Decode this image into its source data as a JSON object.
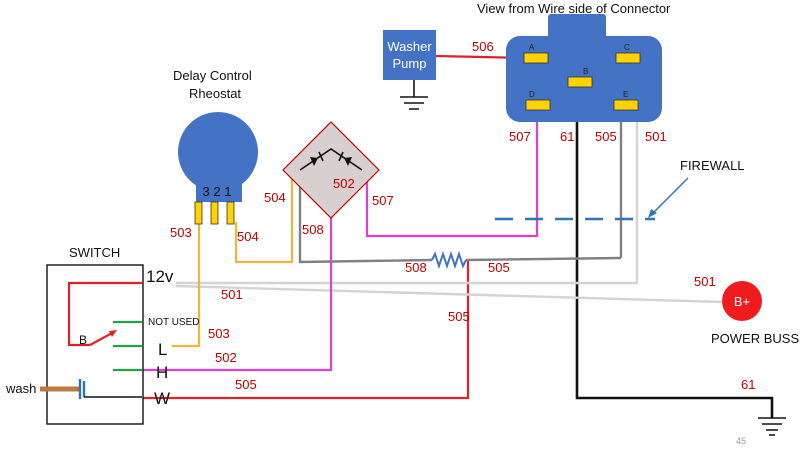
{
  "labels": {
    "connector_title": "View from Wire side of Connector",
    "washer_pump_line1": "Washer",
    "washer_pump_line2": "Pump",
    "rheostat_line1": "Delay Control",
    "rheostat_line2": "Rheostat",
    "rheostat_pins": "3 2 1",
    "firewall": "FIREWALL",
    "switch": "SWITCH",
    "not_used": "NOT USED",
    "power_buss": "POWER BUSS",
    "power_buss_symbol": "B+",
    "wash": "wash",
    "page_number": "45"
  },
  "connector_pins": {
    "a": "A",
    "b": "B",
    "c": "C",
    "d": "D",
    "e": "E"
  },
  "switch_terminals": {
    "t12v": "12v",
    "l": "L",
    "h": "H",
    "w": "W",
    "b": "B"
  },
  "wire_numbers": {
    "w506": "506",
    "w507_top": "507",
    "w61_top": "61",
    "w505_top": "505",
    "w501_top": "501",
    "w502_diode": "502",
    "w504_diode": "504",
    "w507_diode": "507",
    "w508_diode": "508",
    "w503_rheo": "503",
    "w504_rheo": "504",
    "w508_res": "508",
    "w505_res": "505",
    "w501_mid": "501",
    "w501_right": "501",
    "w505_vert": "505",
    "w503_l": "503",
    "w502_h": "502",
    "w505_w": "505",
    "w61_bottom": "61"
  },
  "colors": {
    "red": "#e0202a",
    "magenta": "#e040d0",
    "yellow": "#f2b43a",
    "gray": "#808080",
    "light_gray": "#d0d0d0",
    "black": "#111111",
    "green": "#22a04a",
    "blue_fill": "#4472c4",
    "brown": "#c07840",
    "dash_blue": "#2e75b6",
    "buss_red": "#ee1c1c"
  }
}
